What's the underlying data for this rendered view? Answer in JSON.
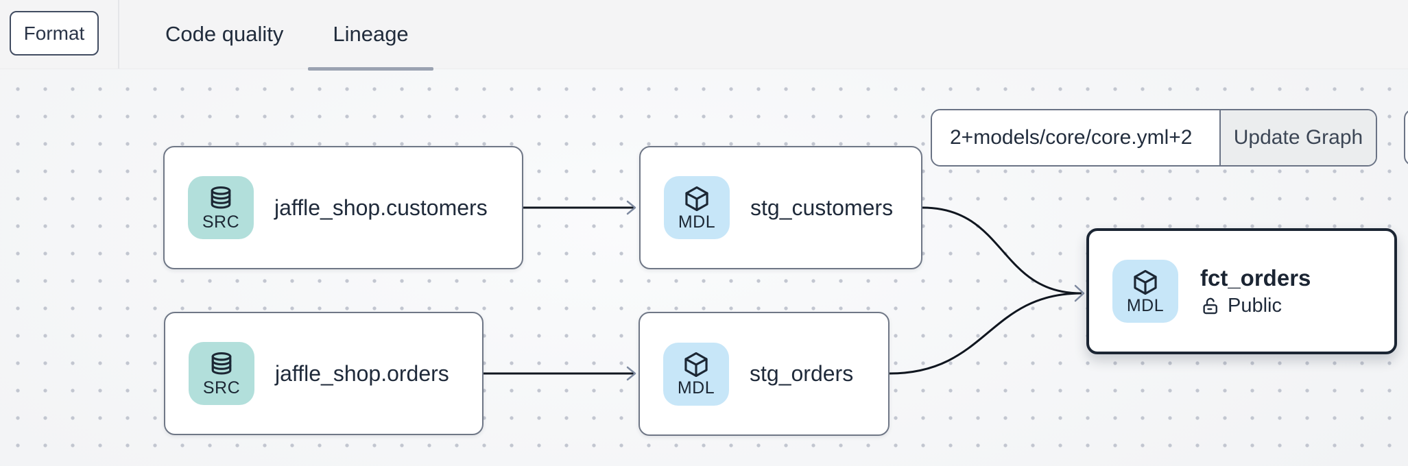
{
  "toolbar": {
    "format_button": "Format",
    "tabs": [
      {
        "label": "Code quality",
        "active": false
      },
      {
        "label": "Lineage",
        "active": true
      }
    ]
  },
  "lineage": {
    "selector": {
      "value": "2+models/core/core.yml+2",
      "update_button": "Update Graph"
    },
    "nodes": [
      {
        "title": "jaffle_shop.customers",
        "resource_type": "SRC",
        "icon": "database-icon",
        "selected": false
      },
      {
        "title": "stg_customers",
        "resource_type": "MDL",
        "icon": "cube-icon",
        "selected": false
      },
      {
        "title": "jaffle_shop.orders",
        "resource_type": "SRC",
        "icon": "database-icon",
        "selected": false
      },
      {
        "title": "stg_orders",
        "resource_type": "MDL",
        "icon": "cube-icon",
        "selected": false
      },
      {
        "title": "fct_orders",
        "resource_type": "MDL",
        "icon": "cube-icon",
        "access": "Public",
        "access_icon": "unlock-icon",
        "selected": true
      }
    ],
    "edges": [
      {
        "from": "jaffle_shop.customers",
        "to": "stg_customers"
      },
      {
        "from": "jaffle_shop.orders",
        "to": "stg_orders"
      },
      {
        "from": "stg_customers",
        "to": "fct_orders"
      },
      {
        "from": "stg_orders",
        "to": "fct_orders"
      }
    ]
  },
  "colors": {
    "header_bg": "#f4f4f5",
    "canvas_bg": "#f6f7f8",
    "canvas_dot": "#c2c6d0",
    "node_border": "#6f7786",
    "selected_node_border": "#1b2533",
    "src_badge_bg": "#b2dfdb",
    "mdl_badge_bg": "#c7e6f8",
    "edge_line": "#10161f",
    "arrowhead": "#7e8aa0",
    "text_dark": "#1f2a3a",
    "tab_underline": "#9aa2b1",
    "update_button_bg": "#ebedee"
  }
}
